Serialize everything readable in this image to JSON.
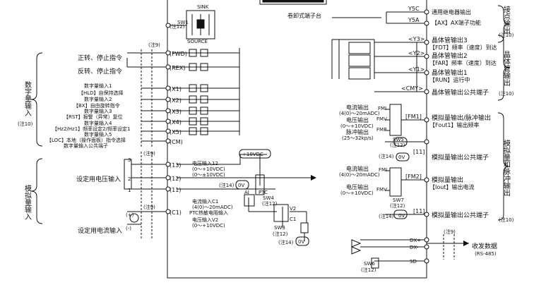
{
  "center": {
    "cassette_label": "卷卸式端子台",
    "sink": "SINK",
    "source": "SOURCE",
    "sw1": "SW1",
    "note12_top": "(注12)"
  },
  "left_digital": {
    "group_label": "数字量输入",
    "note10": "(注10)",
    "note9": "(注9)",
    "forward_cmd": "正转、停止指令",
    "reverse_cmd": "反转、停止指令",
    "fwd": "(FWD)",
    "rex": "(REX)",
    "x1": "(X1)",
    "x2": "(X2)",
    "x3": "(X3)",
    "x4": "(X4)",
    "x5": "(X5)",
    "cm": "(CM)",
    "lines": [
      "数字量输入1",
      "【HLD】自保持选择",
      "数字量输入2",
      "【BX】自由旋转指令",
      "数字量输入3",
      "【RST】报警（异常）复位",
      "数字量输入4",
      "【Hz2/Hz1】频率设定2/频率设定1",
      "数字量输入5",
      "【LOC】本地（操作面板）指令选择",
      "数字量输入公共端子"
    ]
  },
  "left_analog": {
    "group_label": "模拟量输入",
    "note9": "(注9)",
    "note9b": "(注9)",
    "pin3": "3",
    "pin2": "2",
    "pin1": "1",
    "plus": "(+)",
    "minus": "(-)",
    "voltage_setting": "设定用电压输入",
    "current_setting": "设定用电流输入",
    "t13": "(13)",
    "t12": "(12)",
    "t11": "(11)",
    "tc1": "(C1)",
    "v12_label": "电压输入12",
    "v12_range1": "(0～+10VDC)",
    "v12_range2": "(0～±10VDC)",
    "note14": "(注14)",
    "zero_v": "0V",
    "plus10": "+10VDC",
    "c1_label": "电流输入C1",
    "c1_range": "(4(0)～20mADC)",
    "ptc_label": "PTC热敏电阻输入",
    "v2_label": "电压输入V2",
    "v2_range": "(0～+10VDC)",
    "ai": "AI",
    "ptc": "PTC",
    "sw4": "SW4",
    "sw3": "SW3",
    "v2": "V2",
    "c1": "C1",
    "note12a": "(注12)",
    "note12b": "(注12)",
    "note14b": "(注14)",
    "zero_v2": "0V"
  },
  "right": {
    "y5c": "Y5C",
    "y5a": "Y5A",
    "relay_out": "通用继电器输出",
    "ax_func": "【AX】AX端子功能",
    "contact_group": "接点输出",
    "note10a": "(注10)",
    "y3": "<Y3>",
    "y2": "<Y2>",
    "y1": "<Y1>",
    "cmy": "<CMY>",
    "tr3": "晶体管输出3",
    "fdt": "【FDT】频率（速度）到达",
    "tr2": "晶体管输出2",
    "far": "【FAR】频率（速度）到达",
    "tr1": "晶体管输出1",
    "run": "【RUN】运行中",
    "tr_common": "晶体管输出公共端子",
    "tr_group": "晶体管输出",
    "note10b": "(注10)",
    "cur_out": "电流输出",
    "cur_range": "(4(0)～20mADC)",
    "vol_out": "电压输出",
    "vol_range": "(0～+10VDC)",
    "pulse_out": "脉冲输出",
    "pulse_range": "(25～32kp/s)",
    "fmi": "FMI",
    "fmv": "FMV",
    "fmp": "FMP",
    "fm1": "[FM1]",
    "sw5": "SW5",
    "note12c": "(注12)",
    "an_pulse_out": "模拟量输出/脉冲输出",
    "fout1": "【Fout1】输出频率",
    "note14c": "(注14)",
    "zero_v3": "0V",
    "t11a": "[11]",
    "an_common1": "模拟量输出公共端子",
    "cur_out2": "电流输出",
    "cur_range2": "(4(0)～20mADC)",
    "vol_out2": "电压输出",
    "vol_range2": "(0～+10VDC)",
    "fmi2": "FMI",
    "fmv2": "FMV",
    "fm2": "[FM2]",
    "sw7": "SW7",
    "note12d": "(注12)",
    "an_out": "模拟量输出",
    "iout1": "【Iout】输出电流",
    "note14d": "(注14)",
    "zero_v4": "0V",
    "t11b": "[11]",
    "an_common2": "模拟量输出公共端子",
    "an_group": "模拟量和脉冲输出",
    "note10c": "(注10)",
    "note9r": "(注9)",
    "dxp": "DX+",
    "dxm": "DX-",
    "sd": "SD",
    "sw6": "SW6",
    "note12e": "(注12)",
    "comm": "收发数据",
    "rs485": "(RS-485)"
  }
}
